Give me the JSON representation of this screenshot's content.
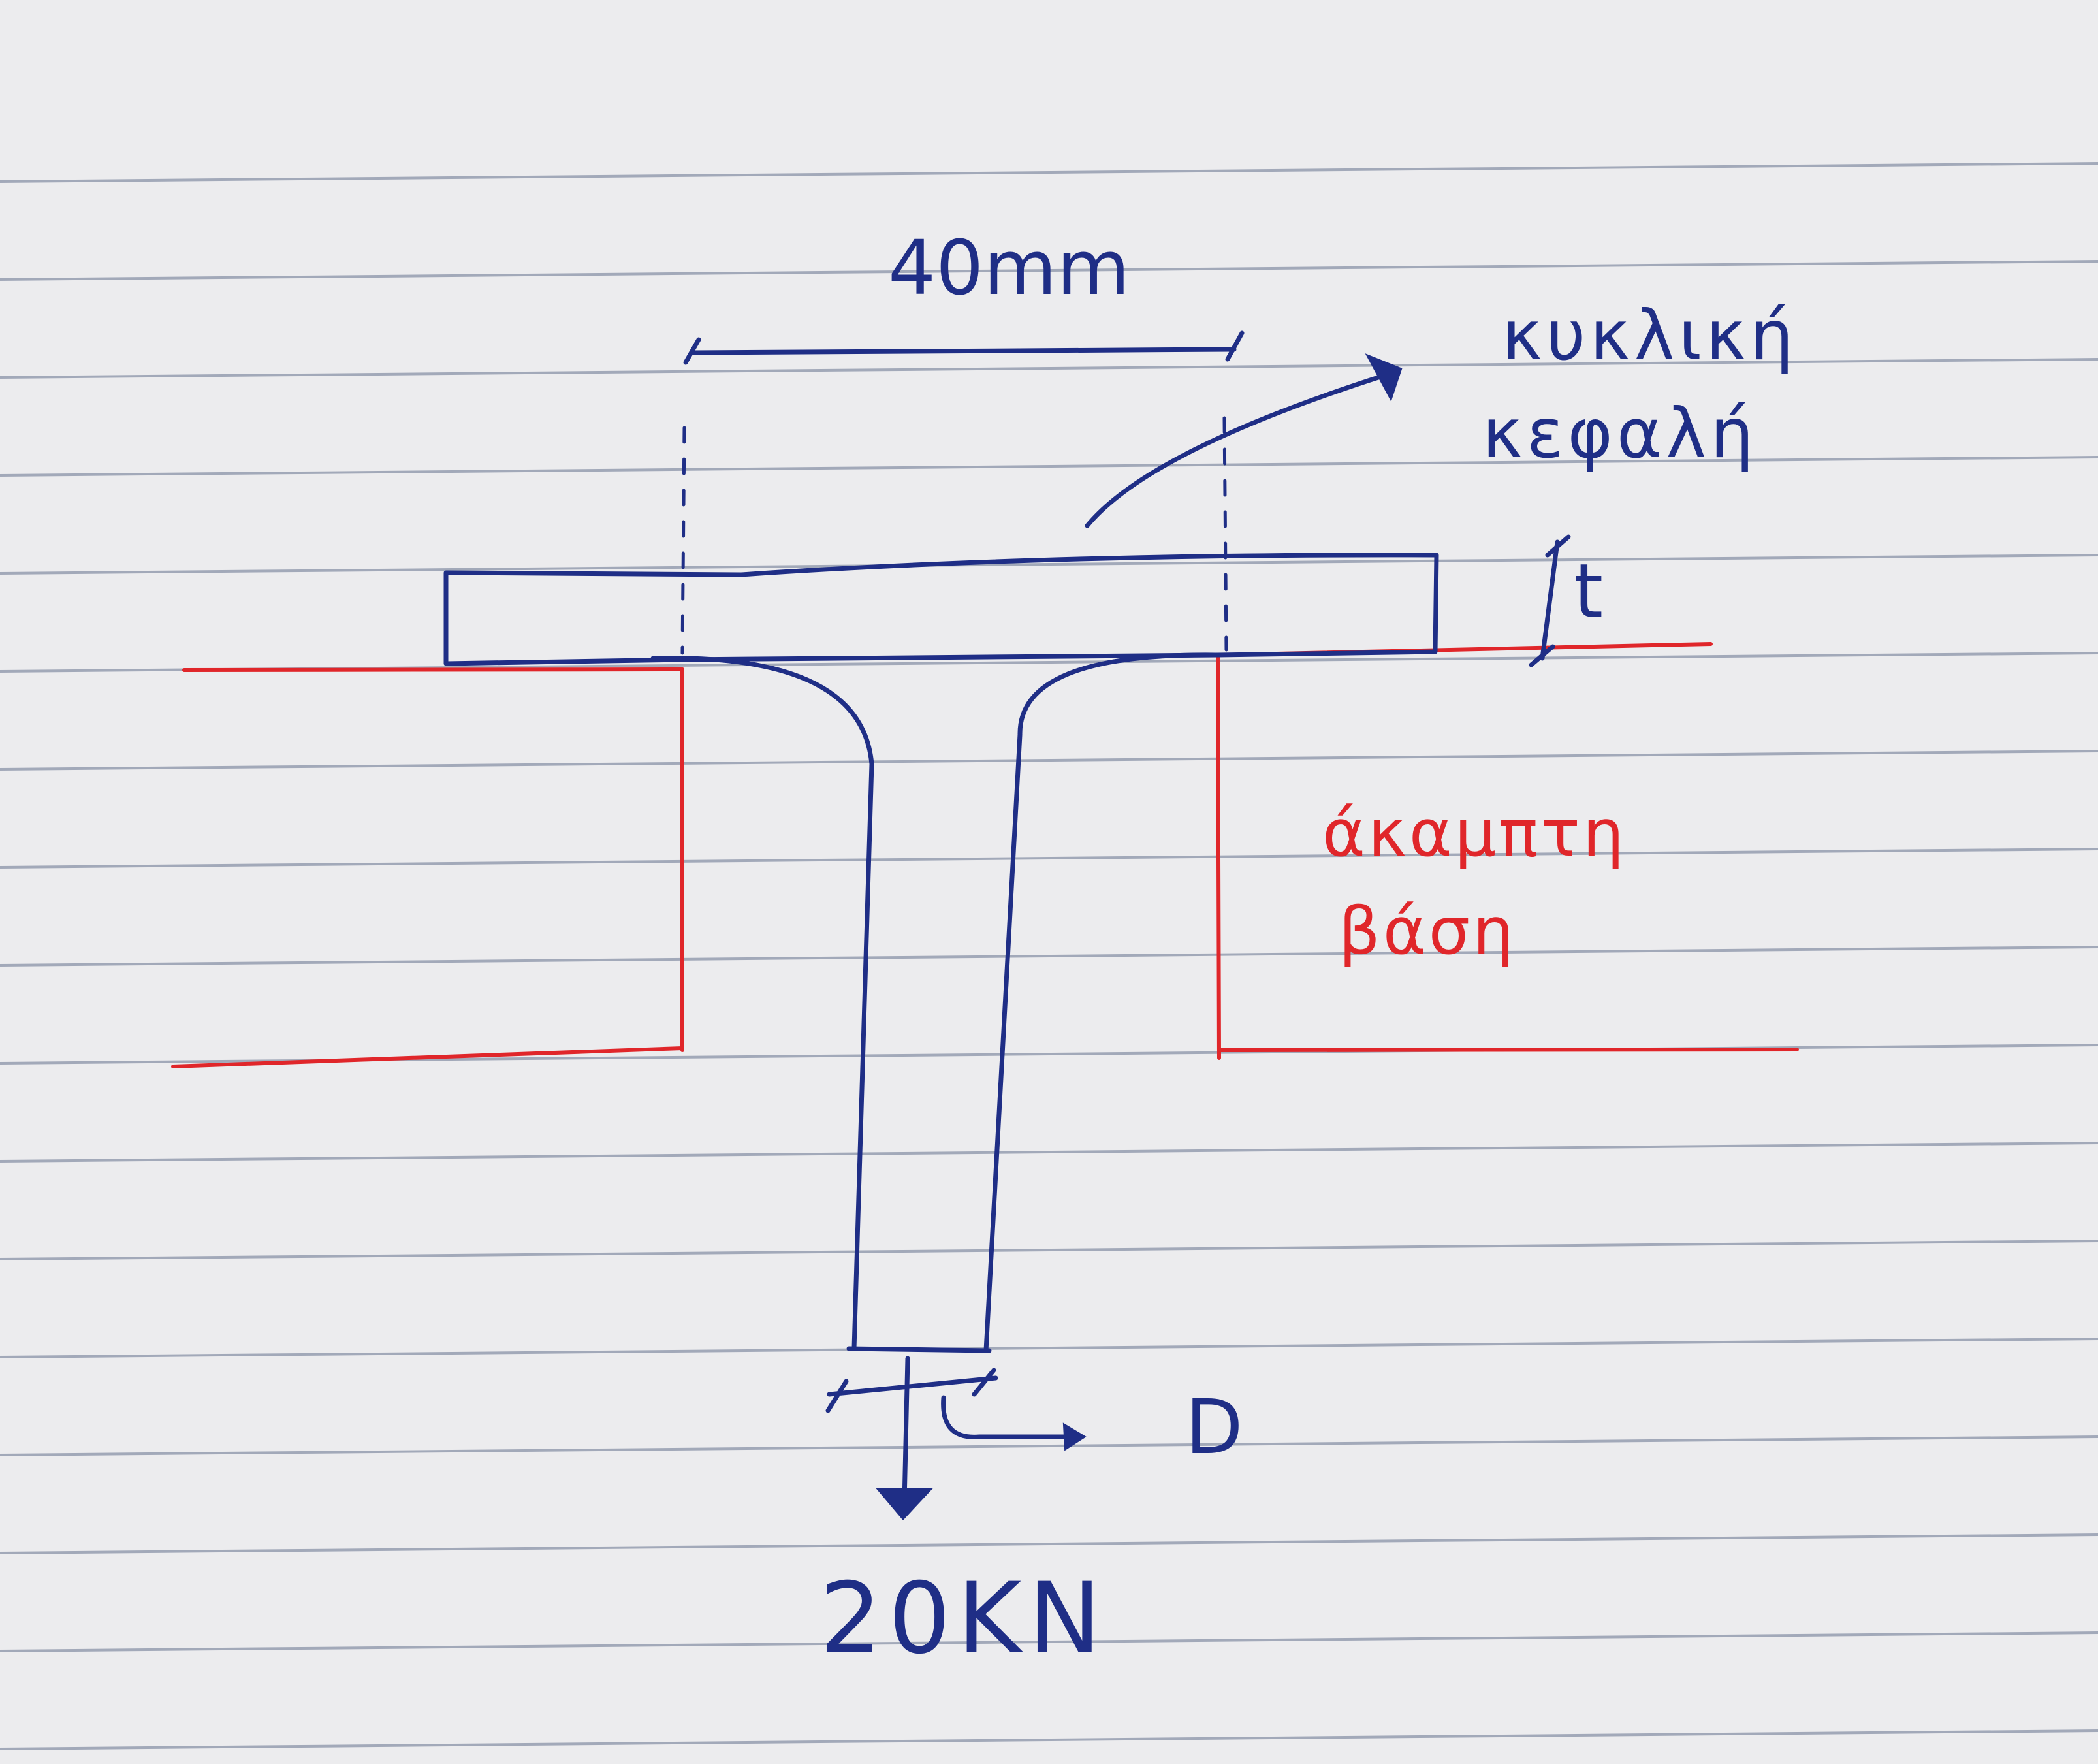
{
  "labels": {
    "width_dimension": "40mm",
    "head_type_line1": "κυκλική",
    "head_type_line2": "κεφαλή",
    "thickness": "t",
    "rigid_support_line1": "άκαμπτη",
    "rigid_support_line2": "βάση",
    "diameter": "D",
    "load": "20KN"
  },
  "colors": {
    "pen_blue": "#1f2e86",
    "pen_red": "#e0262a",
    "paper": "#ececee",
    "ruled_lines": "#8a93a8"
  }
}
